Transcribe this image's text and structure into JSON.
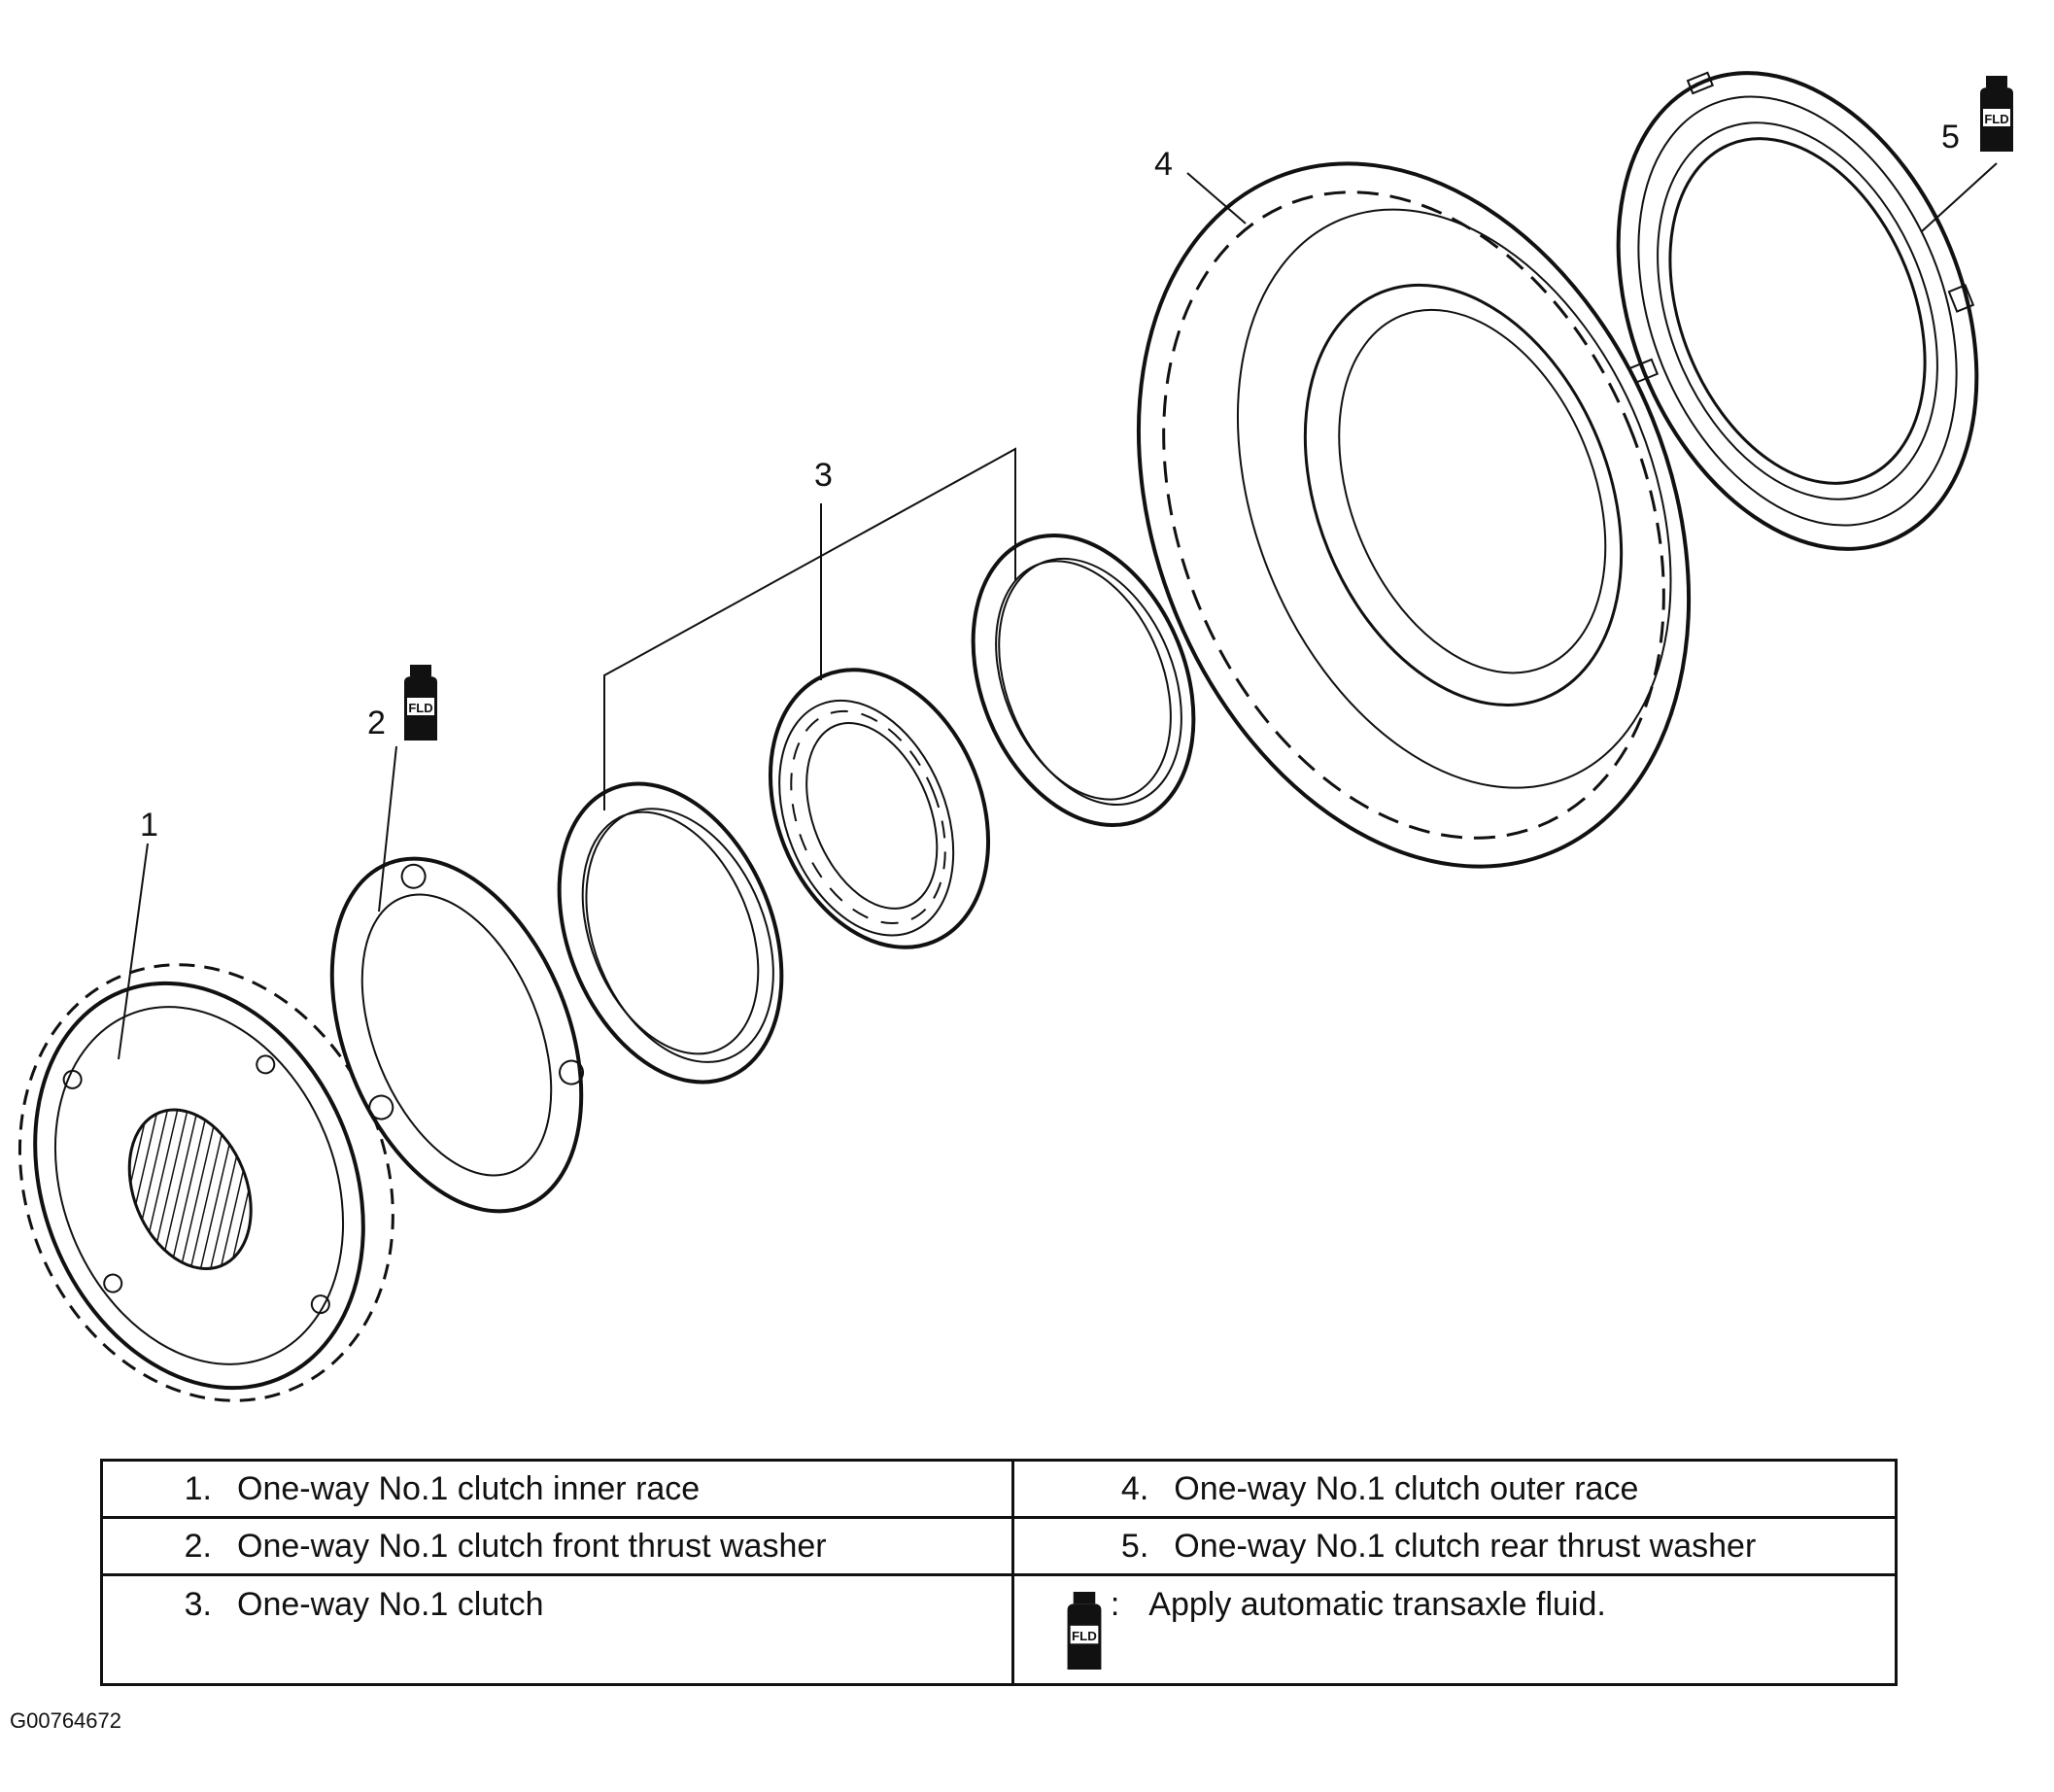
{
  "callouts": [
    "1",
    "2",
    "3",
    "4",
    "5"
  ],
  "fluid_icon": {
    "name": "fluid-bottle-icon",
    "label": "FLD",
    "color": "#111111"
  },
  "legend": {
    "rows": [
      [
        {
          "num": "1.",
          "text": "One-way No.1 clutch inner race"
        },
        {
          "num": "4.",
          "text": "One-way No.1 clutch outer race"
        }
      ],
      [
        {
          "num": "2.",
          "text": "One-way No.1 clutch front thrust washer"
        },
        {
          "num": "5.",
          "text": "One-way No.1 clutch rear thrust washer"
        }
      ],
      [
        {
          "num": "3.",
          "text": "One-way No.1 clutch"
        },
        {
          "symbol": ":",
          "text": "Apply automatic transaxle fluid."
        }
      ]
    ]
  },
  "figure_id": "G00764672"
}
